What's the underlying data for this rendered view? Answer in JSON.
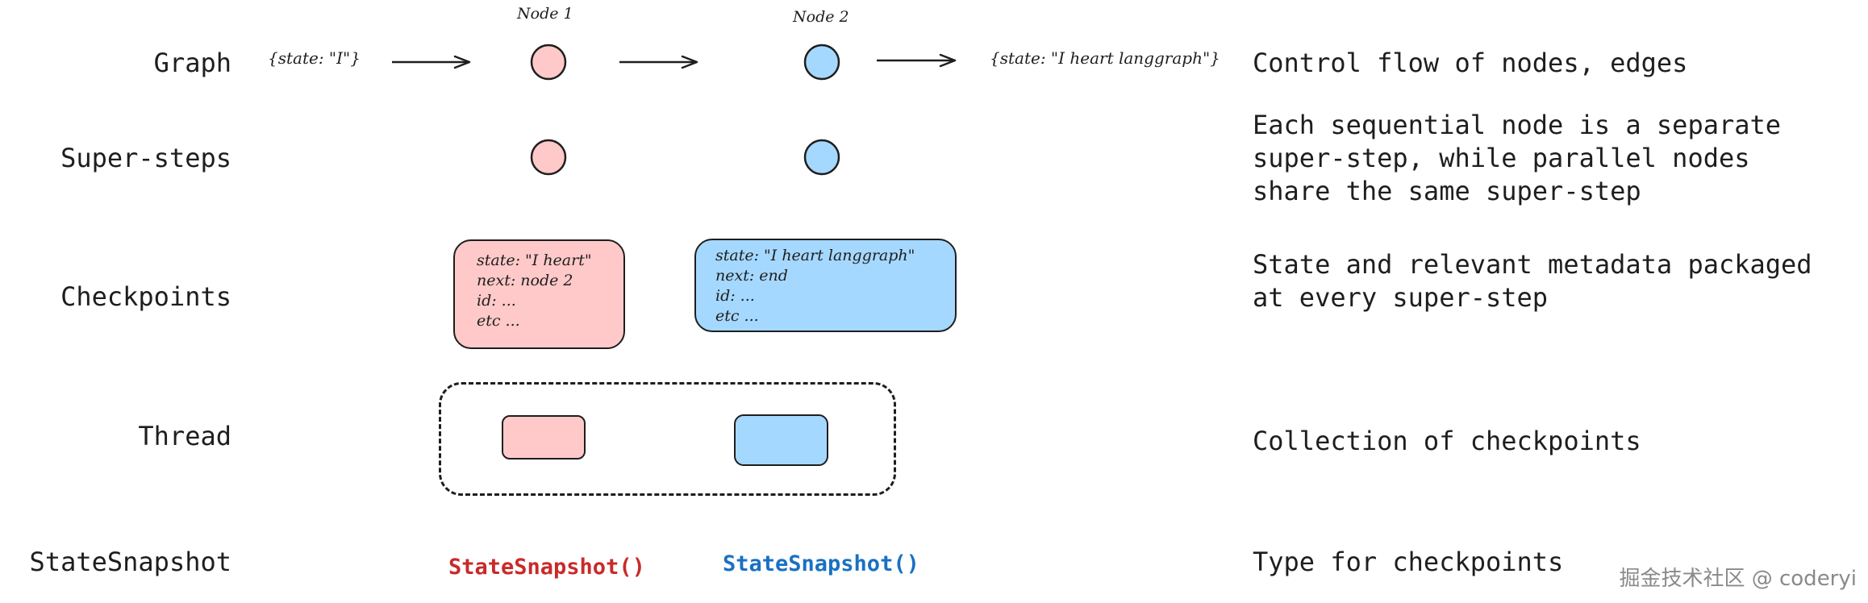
{
  "rows": {
    "graph": {
      "label": "Graph",
      "description": "Control flow of nodes, edges",
      "node1_label": "Node 1",
      "node2_label": "Node 2",
      "input_state": "{state: \"I\"}",
      "output_state": "{state: \"I heart langgraph\"}"
    },
    "super_steps": {
      "label": "Super-steps",
      "description": "Each sequential node is a separate\nsuper-step, while parallel nodes\nshare the same super-step"
    },
    "checkpoints": {
      "label": "Checkpoints",
      "description": "State and relevant metadata packaged\nat every super-step",
      "checkpoint1": [
        "state: \"I heart\"",
        "next: node 2",
        "id: ...",
        "etc ..."
      ],
      "checkpoint2": [
        "state: \"I heart langgraph\"",
        "next: end",
        "id: ...",
        "etc ..."
      ]
    },
    "thread": {
      "label": "Thread",
      "description": "Collection of checkpoints"
    },
    "state_snapshot": {
      "label": "StateSnapshot",
      "description": "Type for checkpoints",
      "call1": "StateSnapshot()",
      "call2": "StateSnapshot()"
    }
  },
  "colors": {
    "node1_fill": "#ffc9c9",
    "node2_fill": "#a5d8ff",
    "stroke": "#1e1e1e",
    "snapshot1_text": "#c92a2a",
    "snapshot2_text": "#1971c2"
  },
  "watermark": "掘金技术社区 @ coderyi"
}
